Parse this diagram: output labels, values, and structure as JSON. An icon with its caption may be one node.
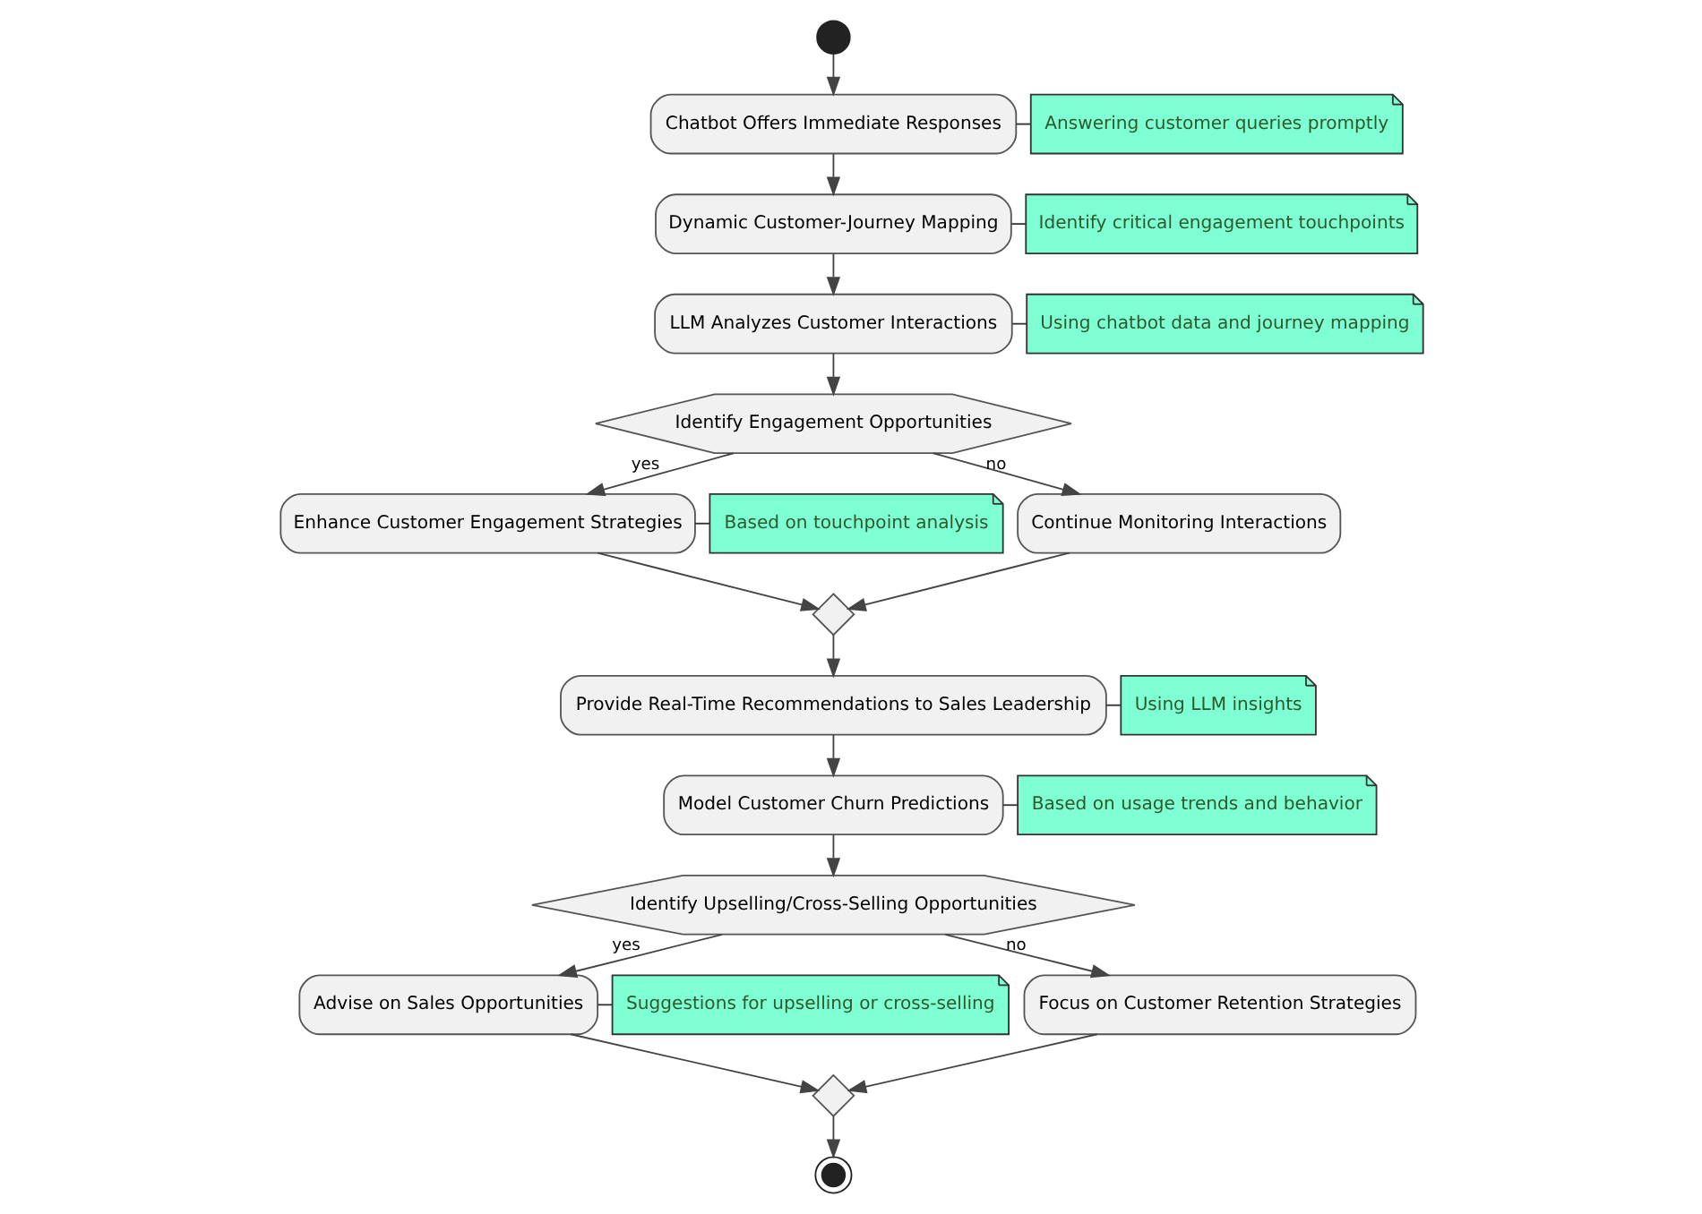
{
  "diagram": {
    "nodes": [
      {
        "text": [],
        "shape": "circle"
      },
      {
        "text": [
          "Chatbot Offers Immediate Responses"
        ],
        "beside": [
          "Answering customer queries promptly"
        ]
      },
      {
        "text": [
          "Dynamic Customer-Journey Mapping"
        ],
        "beside": [
          "Identify critical engagement touchpoints"
        ]
      },
      {
        "text": [
          "LLM Analyzes Customer Interactions"
        ],
        "beside": [
          "Using chatbot data and journey mapping"
        ]
      },
      {
        "text": [
          "Identify Engagement Opportunities"
        ]
      },
      {
        "text": [
          "Enhance Customer Engagement Strategies"
        ],
        "beside": [
          "Based on touchpoint analysis"
        ]
      },
      {
        "text": [
          "Continue Monitoring Interactions"
        ]
      },
      {
        "text": [],
        "shape": "diamond"
      },
      {
        "text": [
          "Provide Real-Time Recommendations to Sales Leadership"
        ],
        "beside": [
          "Using LLM insights"
        ]
      },
      {
        "text": [
          "Model Customer Churn Predictions"
        ],
        "beside": [
          "Based on usage trends and behavior"
        ]
      },
      {
        "text": [
          "Identify Upselling/Cross-Selling Opportunities"
        ]
      },
      {
        "text": [
          "Advise on Sales Opportunities"
        ],
        "beside": [
          "Suggestions for upselling or cross-selling"
        ]
      },
      {
        "text": [
          "Focus on Customer Retention Strategies"
        ]
      },
      {
        "text": [],
        "shape": "diamond"
      },
      {
        "text": [],
        "shape": "circle"
      }
    ],
    "edges": [
      {
        "from": 0,
        "to": 1,
        "arrow": "to"
      },
      {
        "from": 1,
        "to": 2,
        "arrow": "to"
      },
      {
        "from": 2,
        "to": 3,
        "arrow": "to"
      },
      {
        "from": 3,
        "to": 4,
        "arrow": "to"
      },
      {
        "from": 4,
        "to": 5,
        "arrow": "to",
        "label": "yes"
      },
      {
        "from": 4,
        "to": 6,
        "arrow": "to",
        "label": "no"
      },
      {
        "from": 5,
        "to": 7,
        "arrow": "to"
      },
      {
        "from": 6,
        "to": 7,
        "arrow": "to"
      },
      {
        "from": 7,
        "to": 8,
        "arrow": "to"
      },
      {
        "from": 8,
        "to": 9,
        "arrow": "to"
      },
      {
        "from": 9,
        "to": 10,
        "arrow": "to"
      },
      {
        "from": 10,
        "to": 11,
        "arrow": "to",
        "label": "yes"
      },
      {
        "from": 10,
        "to": 12,
        "arrow": "to",
        "label": "no"
      },
      {
        "from": 11,
        "to": 13,
        "arrow": "to"
      },
      {
        "from": 12,
        "to": 13,
        "arrow": "to"
      },
      {
        "from": 13,
        "to": 14,
        "arrow": "to"
      }
    ]
  }
}
